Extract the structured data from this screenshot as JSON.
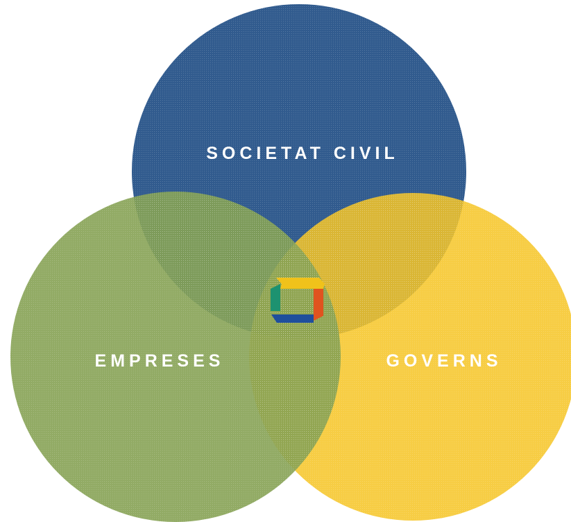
{
  "diagram": {
    "type": "venn",
    "circles": [
      {
        "id": "top",
        "label": "SOCIETAT CIVIL",
        "color": "#315b8e"
      },
      {
        "id": "left",
        "label": "EMPRESES",
        "color": "#86a254"
      },
      {
        "id": "right",
        "label": "GOVERNS",
        "color": "#f6c525"
      }
    ],
    "center_logo": {
      "icon": "square-ring-logo-icon",
      "colors": {
        "top": "#f0c21b",
        "right": "#e0531f",
        "bottom": "#1f4f9c",
        "left": "#1d9270"
      }
    }
  }
}
